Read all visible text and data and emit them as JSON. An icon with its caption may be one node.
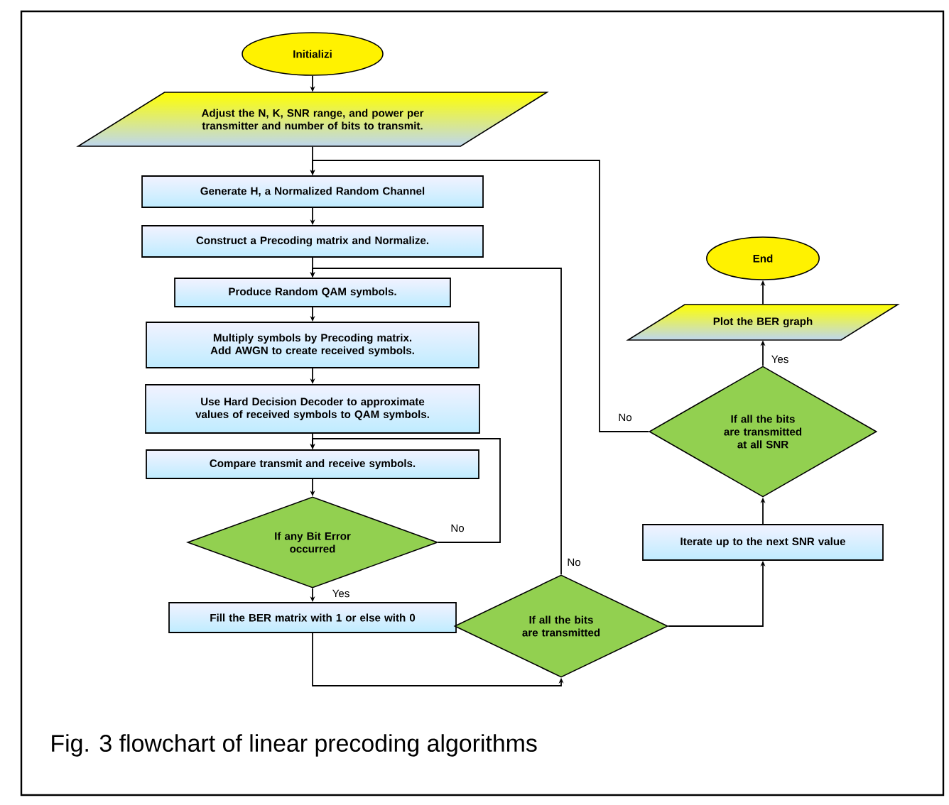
{
  "diagram": {
    "caption": "Fig. 3 flowchart of linear precoding algorithms",
    "nodes": [
      {
        "text": [
          "Initializi"
        ]
      },
      {
        "text": [
          "Adjust the N, K, SNR range, and power per transmitter and number of bits to transmit."
        ]
      },
      {
        "text": [
          "Generate H, a Normalized Random Channel"
        ]
      },
      {
        "text": [
          "Construct a Precoding matrix and Normalize."
        ]
      },
      {
        "text": [
          "Produce Random QAM symbols."
        ]
      },
      {
        "text": [
          "Multiply symbols by Precoding matrix. Add AWGN to create received symbols."
        ]
      },
      {
        "text": [
          "Use Hard Decision Decoder to approximate values of received symbols to QAM symbols."
        ]
      },
      {
        "text": [
          "Compare transmit and receive symbols."
        ]
      },
      {
        "text": [
          "If any Bit Error occurred"
        ]
      },
      {
        "text": [
          "Fill the BER matrix with 1 or else with 0"
        ]
      },
      {
        "text": [
          "If all the bits are transmitted"
        ]
      },
      {
        "text": [
          "Iterate up to the next SNR value"
        ]
      },
      {
        "text": [
          "If all the bits are transmitted at all SNR"
        ]
      },
      {
        "text": [
          "Plot the BER graph"
        ]
      },
      {
        "text": [
          "End"
        ]
      }
    ],
    "edges": [
      {
        "from": 0,
        "to": 1,
        "arrow": "to"
      },
      {
        "from": 1,
        "to": 2,
        "arrow": "to"
      },
      {
        "from": 2,
        "to": 3,
        "arrow": "to"
      },
      {
        "from": 3,
        "to": 4,
        "arrow": "to"
      },
      {
        "from": 4,
        "to": 5,
        "arrow": "to"
      },
      {
        "from": 5,
        "to": 6,
        "arrow": "to"
      },
      {
        "from": 6,
        "to": 7,
        "arrow": "to"
      },
      {
        "from": 7,
        "to": 8,
        "arrow": "to"
      },
      {
        "from": 8,
        "to": 7,
        "label": "No",
        "arrow": "to"
      },
      {
        "from": 8,
        "to": 9,
        "label": "Yes",
        "arrow": "to"
      },
      {
        "from": 9,
        "to": 10,
        "arrow": "to"
      },
      {
        "from": 10,
        "to": 4,
        "label": "No",
        "arrow": "to"
      },
      {
        "from": 10,
        "to": 11,
        "arrow": "to"
      },
      {
        "from": 11,
        "to": 12,
        "arrow": "to"
      },
      {
        "from": 12,
        "to": 13,
        "label": "Yes",
        "arrow": "to"
      },
      {
        "from": 12,
        "to": 2,
        "label": "No",
        "arrow": "to"
      },
      {
        "from": 13,
        "to": 14,
        "arrow": "to"
      }
    ]
  }
}
